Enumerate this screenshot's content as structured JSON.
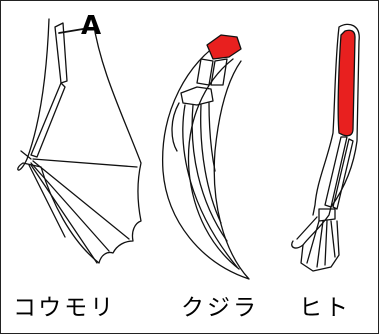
{
  "labels": {
    "marker": "A"
  },
  "animals": [
    {
      "name": "コウモリ"
    },
    {
      "name": "クジラ"
    },
    {
      "name": "ヒト"
    }
  ],
  "colors": {
    "highlight": "#e8201f",
    "outline": "#111111",
    "background": "#ffffff"
  }
}
